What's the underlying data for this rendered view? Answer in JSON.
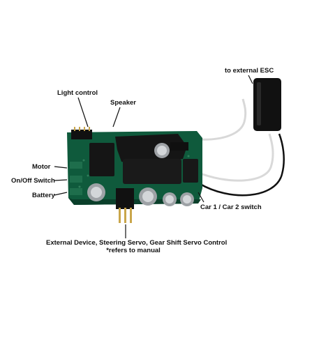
{
  "labels": {
    "external_esc": "to external ESC",
    "light_control": "Light control",
    "speaker": "Speaker",
    "motor": "Motor",
    "onoff_switch": "On/Off Switch",
    "battery": "Battery",
    "car_switch": "Car 1 / Car 2 switch",
    "external_device": "External Device, Steering Servo, Gear Shift Servo Control",
    "refers_manual": "*refers to manual"
  },
  "colors": {
    "pcb": "#0f5a3c",
    "pcb_dark": "#0a3f2a",
    "component": "#151515",
    "capacitor_top": "#b9bcc0",
    "wire_white": "#eeeeee",
    "wire_black": "#111111"
  }
}
